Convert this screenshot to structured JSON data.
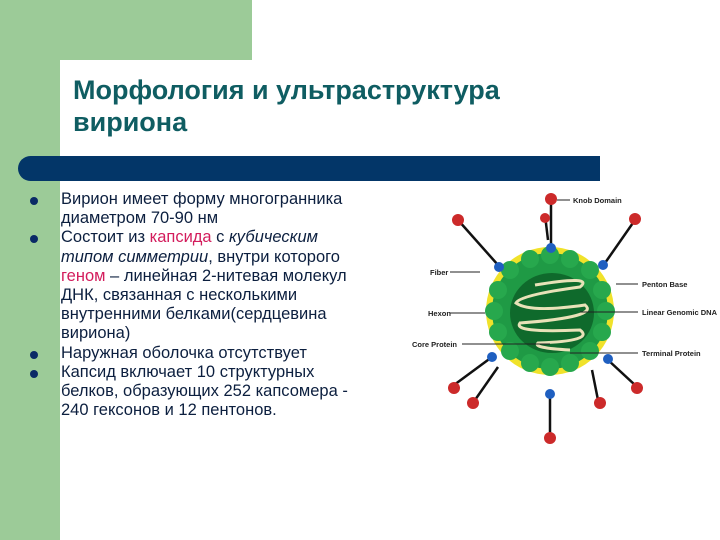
{
  "slide": {
    "title": "Морфология и ультраструктура вириона",
    "title_lines": [
      "Морфология и ультраструктура",
      "вириона"
    ],
    "colors": {
      "sidebar_green": "#9ccb98",
      "title_teal": "#0f5d62",
      "bar_navy": "#033668",
      "text": "#0c1f3f",
      "highlight_pink": "#d31c5c"
    }
  },
  "bullets": [
    {
      "lines": [
        "Вирион имеет форму многогранника",
        "диаметром 70-90 нм"
      ]
    },
    {
      "parts": {
        "l1_a": "Состоит из ",
        "l1_hl": "капсида",
        "l1_b": " с ",
        "l1_it": "кубическим",
        "l2_it": "типом симметрии",
        "l2_b": ", внутри которого",
        "l3_hl": "геном",
        "l3_b": " – линейная 2-нитевая молекул",
        "l4": "ДНК, связанная с несколькими",
        "l5": "внутренними белками(сердцевина",
        "l6": "вириона)"
      }
    },
    {
      "lines": [
        "Наружная оболочка отсутствует"
      ]
    },
    {
      "lines": [
        "Капсид включает 10 структурных",
        "белков, образующих 252 капсомера -",
        "240 гексонов и 12 пентонов."
      ]
    }
  ],
  "diagram": {
    "labels": {
      "knob_domain": "Knob Domain",
      "fiber": "Fiber",
      "penton_base": "Penton Base",
      "hexon": "Hexon",
      "linear_genomic_dna": "Linear Genomic DNA",
      "core_protein": "Core Protein",
      "terminal_protein": "Terminal Protein"
    }
  }
}
